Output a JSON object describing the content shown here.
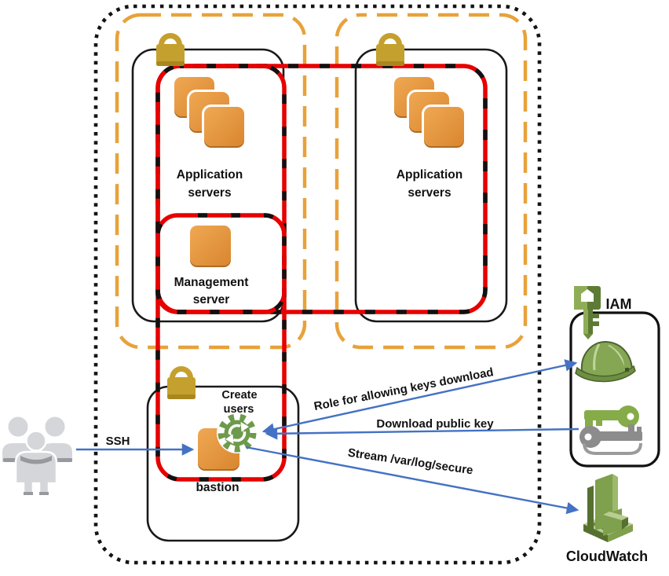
{
  "diagram_type": "aws-architecture",
  "labels": {
    "app_left": {
      "l1": "Application",
      "l2": "servers"
    },
    "app_right": {
      "l1": "Application",
      "l2": "servers"
    },
    "mgmt": {
      "l1": "Management",
      "l2": "server"
    },
    "create": {
      "l1": "Create",
      "l2": "users"
    },
    "bastion": "bastion",
    "iam": "IAM",
    "cloudwatch": "CloudWatch"
  },
  "arrows": {
    "ssh": "SSH",
    "role": "Role for allowing keys download",
    "download": "Download public key",
    "stream": "Stream /var/log/secure"
  },
  "colors": {
    "vpc_border": "#141414",
    "zone_border": "#E8A23B",
    "security_group": "#E60000",
    "security_group_dash": "#111111",
    "subnet_border": "#1A1A1A",
    "instance_orange": "#DE8F3E",
    "lock_gold": "#C4A02E",
    "arrow_blue": "#4472C4",
    "icon_green": "#7FA04C",
    "users_gray": "#D4D6D9"
  },
  "icons": [
    "padlock-icon",
    "server-stack-icon",
    "server-icon",
    "sync-gear-icon",
    "users-icon",
    "iam-logo-icon",
    "helmet-icon",
    "keys-icon",
    "cloudwatch-icon"
  ]
}
